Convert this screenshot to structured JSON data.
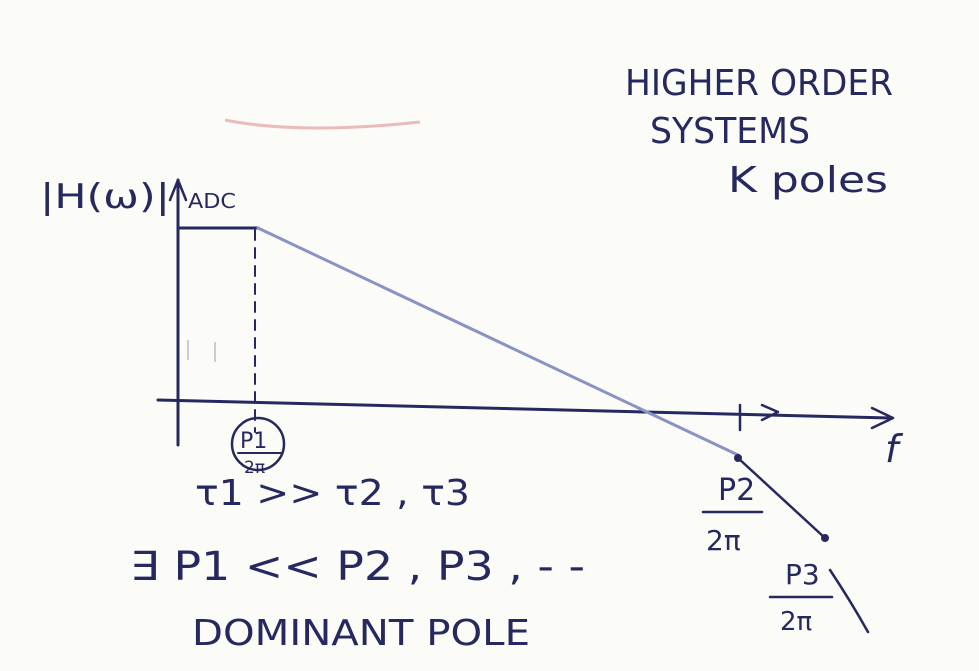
{
  "title": {
    "line1": "HIGHER ORDER",
    "line2": "SYSTEMS",
    "line3": "K poles"
  },
  "axes": {
    "y_label": "|H(ω)|",
    "y_level_label": "ADC",
    "x_label": "f"
  },
  "pole_labels": {
    "p1_num": "P1",
    "p1_den": "2π",
    "p2_num": "P2",
    "p2_den": "2π",
    "p3_num": "P3",
    "p3_den": "2π"
  },
  "notes": {
    "line1": "τ1 >> τ2 , τ3",
    "line2": "∃ P1 << P2 , P3 , - -",
    "line3": "DOMINANT POLE"
  },
  "colors": {
    "ink": "#26295f",
    "slope_line": "#8a93c4",
    "red_mark": "#e2a0a0",
    "background": "#fbfbf8"
  }
}
